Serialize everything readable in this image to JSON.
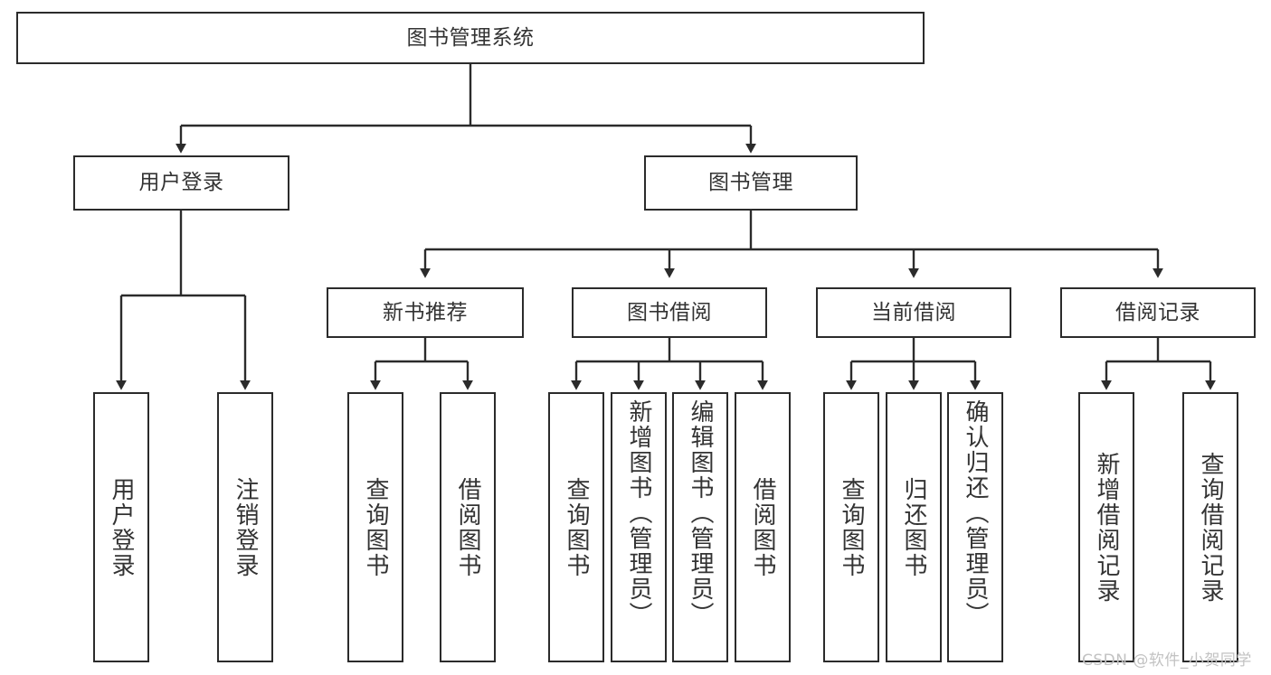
{
  "diagram": {
    "title": "图书管理系统",
    "type": "tree",
    "orientation": "top-down",
    "colors": {
      "background": "#ffffff",
      "node_fill": "#ffffff",
      "node_border": "#2b2b2b",
      "edge": "#2b2b2b",
      "text": "#333333",
      "watermark": "#c2c2c2"
    }
  },
  "nodes": {
    "root": {
      "label": "图书管理系统"
    },
    "level2": [
      {
        "id": "user-login",
        "label": "用户登录"
      },
      {
        "id": "book-manage",
        "label": "图书管理"
      }
    ],
    "level3": [
      {
        "id": "new-book-recommend",
        "label": "新书推荐"
      },
      {
        "id": "book-borrow",
        "label": "图书借阅"
      },
      {
        "id": "current-borrow",
        "label": "当前借阅"
      },
      {
        "id": "borrow-record",
        "label": "借阅记录"
      }
    ],
    "leaves": {
      "user-login": [
        {
          "id": "leaf-user-login",
          "label": "用户登录"
        },
        {
          "id": "leaf-logout",
          "label": "注销登录"
        }
      ],
      "new-book-recommend": [
        {
          "id": "leaf-query-book-1",
          "label": "查询图书"
        },
        {
          "id": "leaf-borrow-book-1",
          "label": "借阅图书"
        }
      ],
      "book-borrow": [
        {
          "id": "leaf-query-book-2",
          "label": "查询图书"
        },
        {
          "id": "leaf-add-book",
          "label": "新增图书（管理员）"
        },
        {
          "id": "leaf-edit-book",
          "label": "编辑图书（管理员）"
        },
        {
          "id": "leaf-borrow-book-2",
          "label": "借阅图书"
        }
      ],
      "current-borrow": [
        {
          "id": "leaf-query-book-3",
          "label": "查询图书"
        },
        {
          "id": "leaf-return-book",
          "label": "归还图书"
        },
        {
          "id": "leaf-confirm-return",
          "label": "确认归还（管理员）"
        }
      ],
      "borrow-record": [
        {
          "id": "leaf-add-record",
          "label": "新增借阅记录"
        },
        {
          "id": "leaf-query-record",
          "label": "查询借阅记录"
        }
      ]
    }
  },
  "watermark": {
    "text": "CSDN @软件_小贺同学"
  }
}
